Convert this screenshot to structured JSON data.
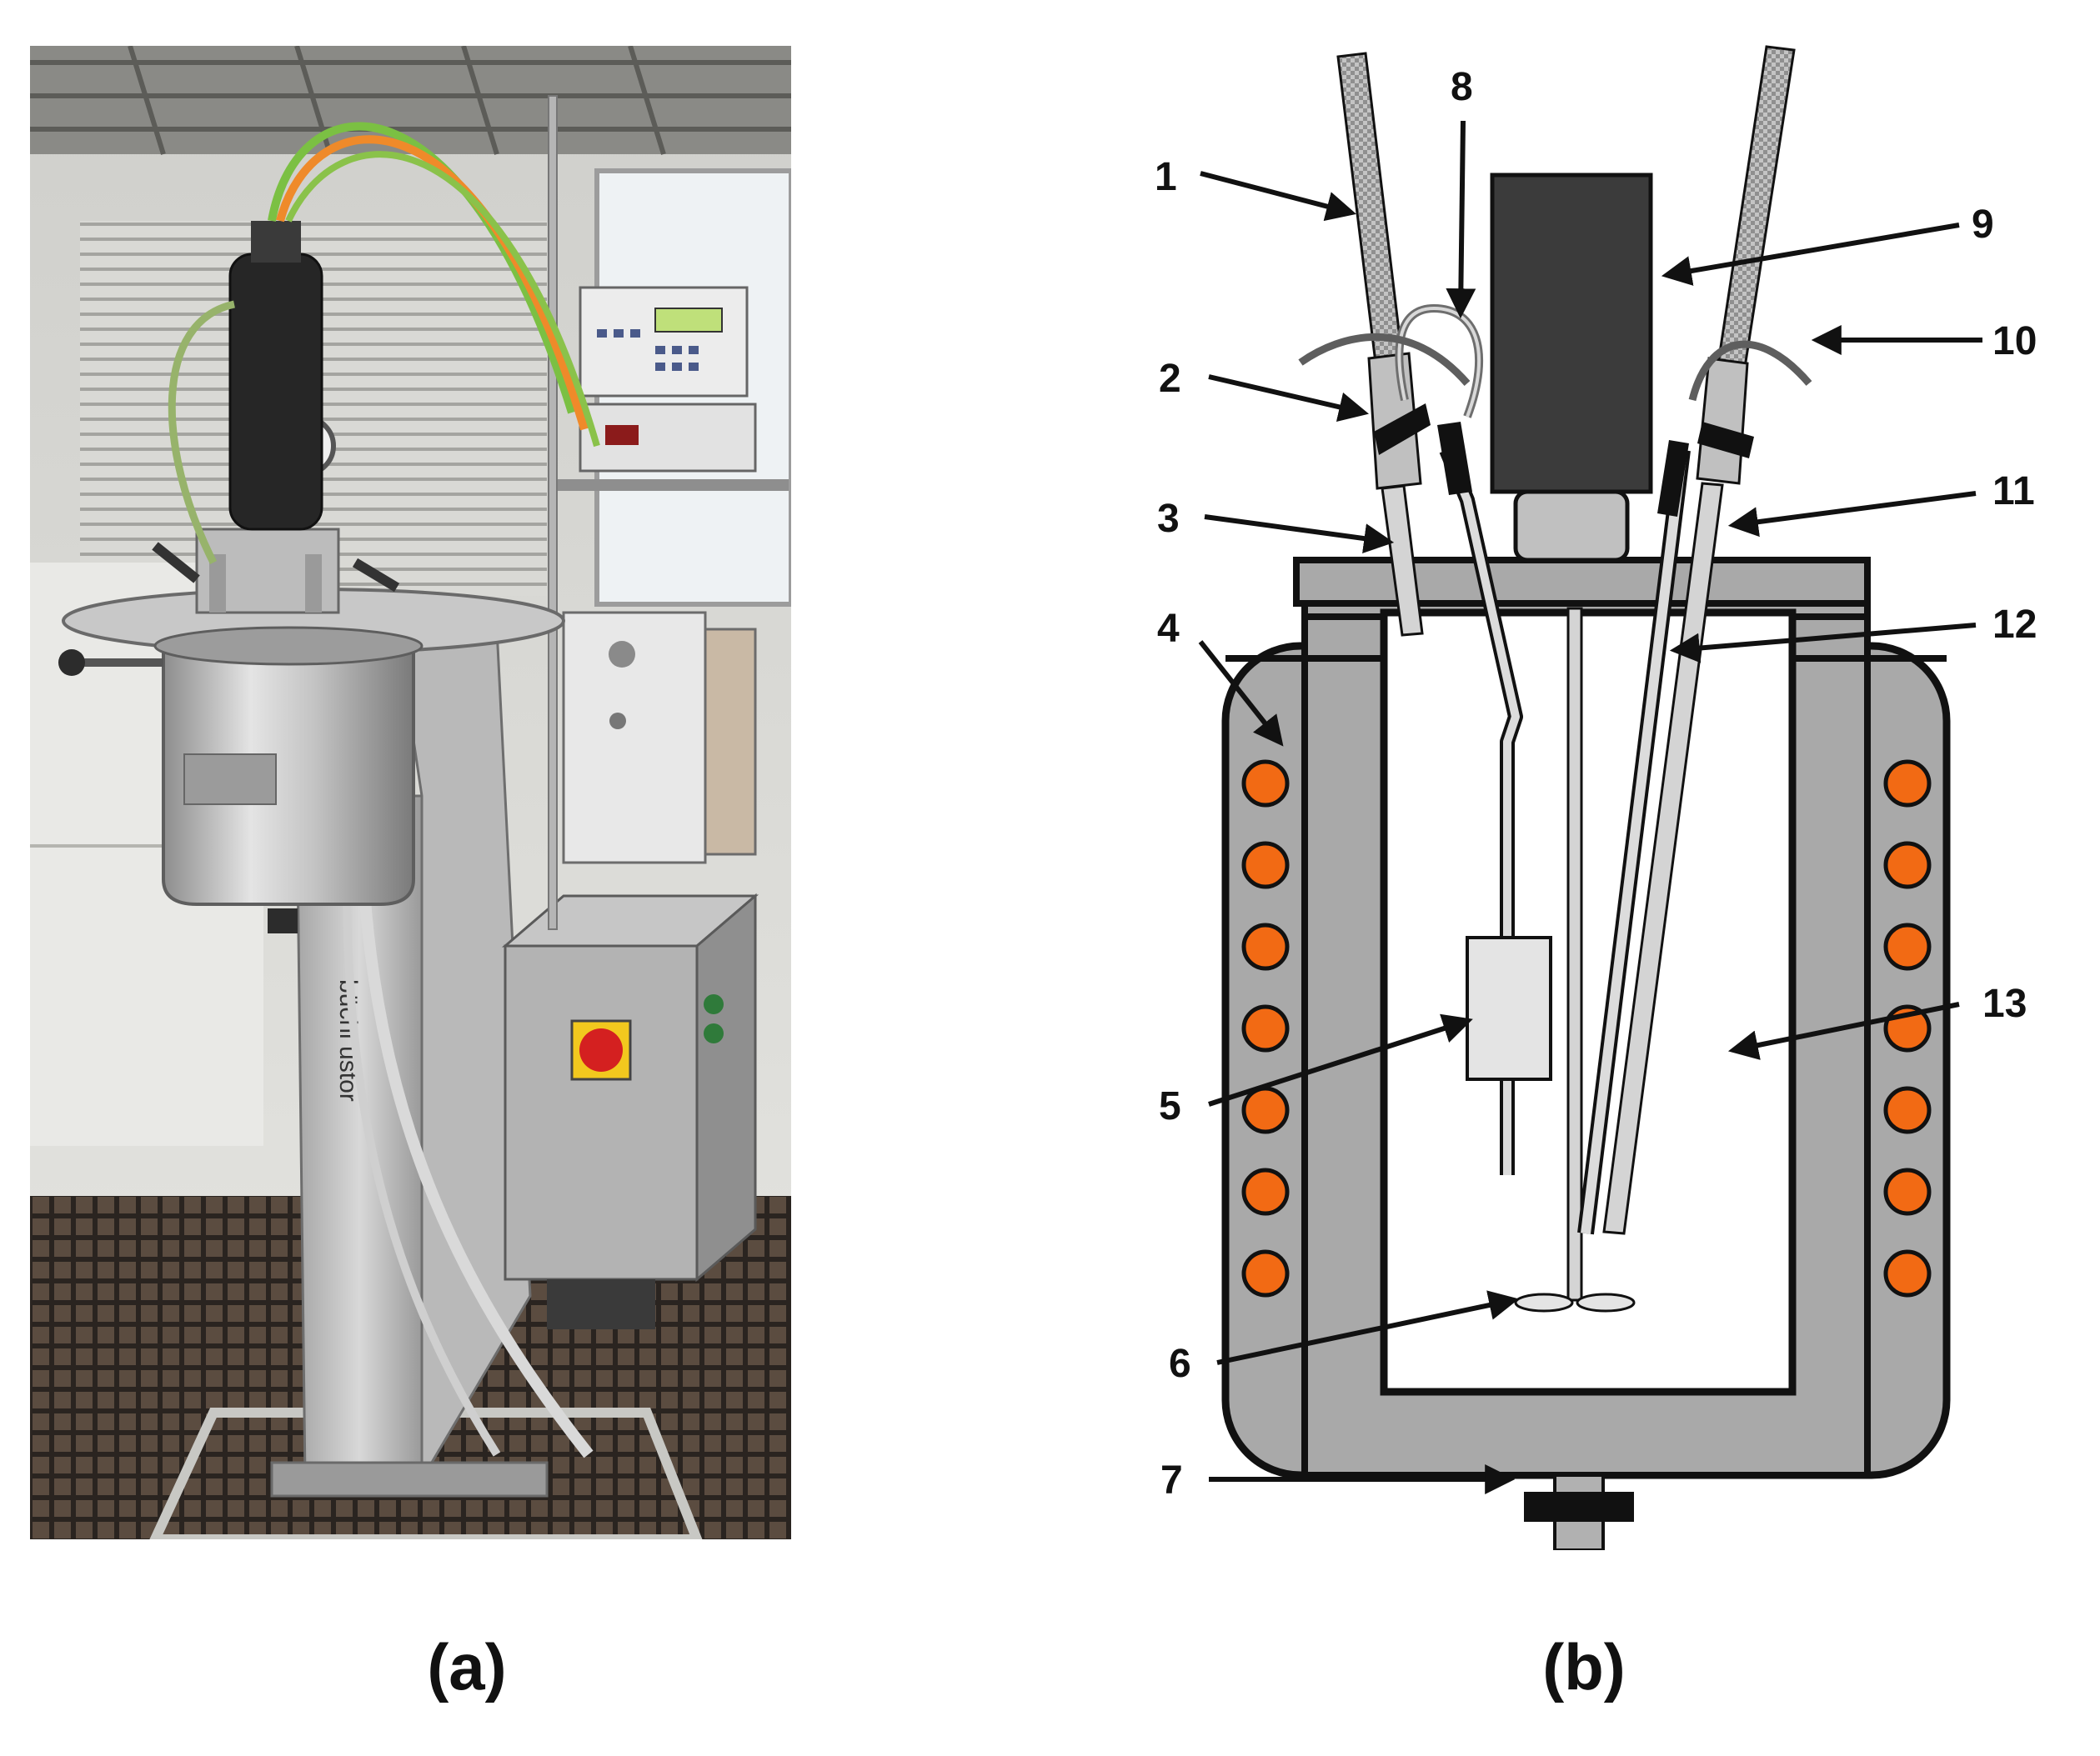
{
  "figure": {
    "photo_caption": "(a)",
    "diagram_caption": "(b)",
    "photo_brand_text": "büchi ustor"
  },
  "callouts": [
    {
      "number": "1"
    },
    {
      "number": "2"
    },
    {
      "number": "3"
    },
    {
      "number": "4"
    },
    {
      "number": "5"
    },
    {
      "number": "6"
    },
    {
      "number": "7"
    },
    {
      "number": "8"
    },
    {
      "number": "9"
    },
    {
      "number": "10"
    },
    {
      "number": "11"
    },
    {
      "number": "12"
    },
    {
      "number": "13"
    }
  ],
  "colors": {
    "heating_element": "#f26a14",
    "jacket_gray": "#a9a9a9",
    "motor_dark": "#3b3b3b",
    "outline": "#111111",
    "steel": "#b8b8b8"
  },
  "icons": {
    "photo": "reactor-photo",
    "diagram": "reactor-schematic"
  }
}
